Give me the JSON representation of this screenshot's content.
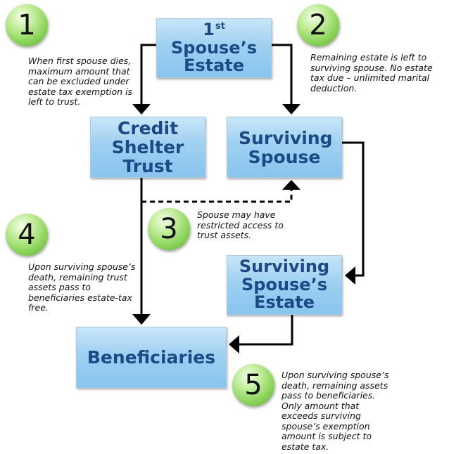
{
  "boxes": {
    "first_estate": {
      "ordinal": "1",
      "ordinal_suffix": "st",
      "label": "Spouse’s Estate"
    },
    "credit_shelter_trust": {
      "label": "Credit Shelter Trust"
    },
    "surviving_spouse": {
      "label": "Surviving Spouse"
    },
    "surviving_spouse_estate": {
      "label": "Surviving Spouse’s Estate"
    },
    "beneficiaries": {
      "label": "Beneficiaries"
    }
  },
  "steps": [
    {
      "number": "1",
      "note": "When first spouse dies, maximum amount that can be excluded under estate tax exemption is left to trust."
    },
    {
      "number": "2",
      "note": "Remaining estate is left to surviving spouse. No estate tax due – unlimited marital deduction."
    },
    {
      "number": "3",
      "note": "Spouse may have restricted access to trust assets."
    },
    {
      "number": "4",
      "note": "Upon surviving spouse’s death, remaining trust assets pass to beneficiaries estate-tax free."
    },
    {
      "number": "5",
      "note": "Upon surviving spouse’s death, remaining assets pass to beneficiaries. Only amount that exceeds surviving spouse’s exemption amount is subject to estate tax."
    }
  ],
  "colors": {
    "box_text": "#1b4a86",
    "box_fill": "#9fd0f1",
    "step_circle": "#8fd65c",
    "connector": "#000000"
  }
}
